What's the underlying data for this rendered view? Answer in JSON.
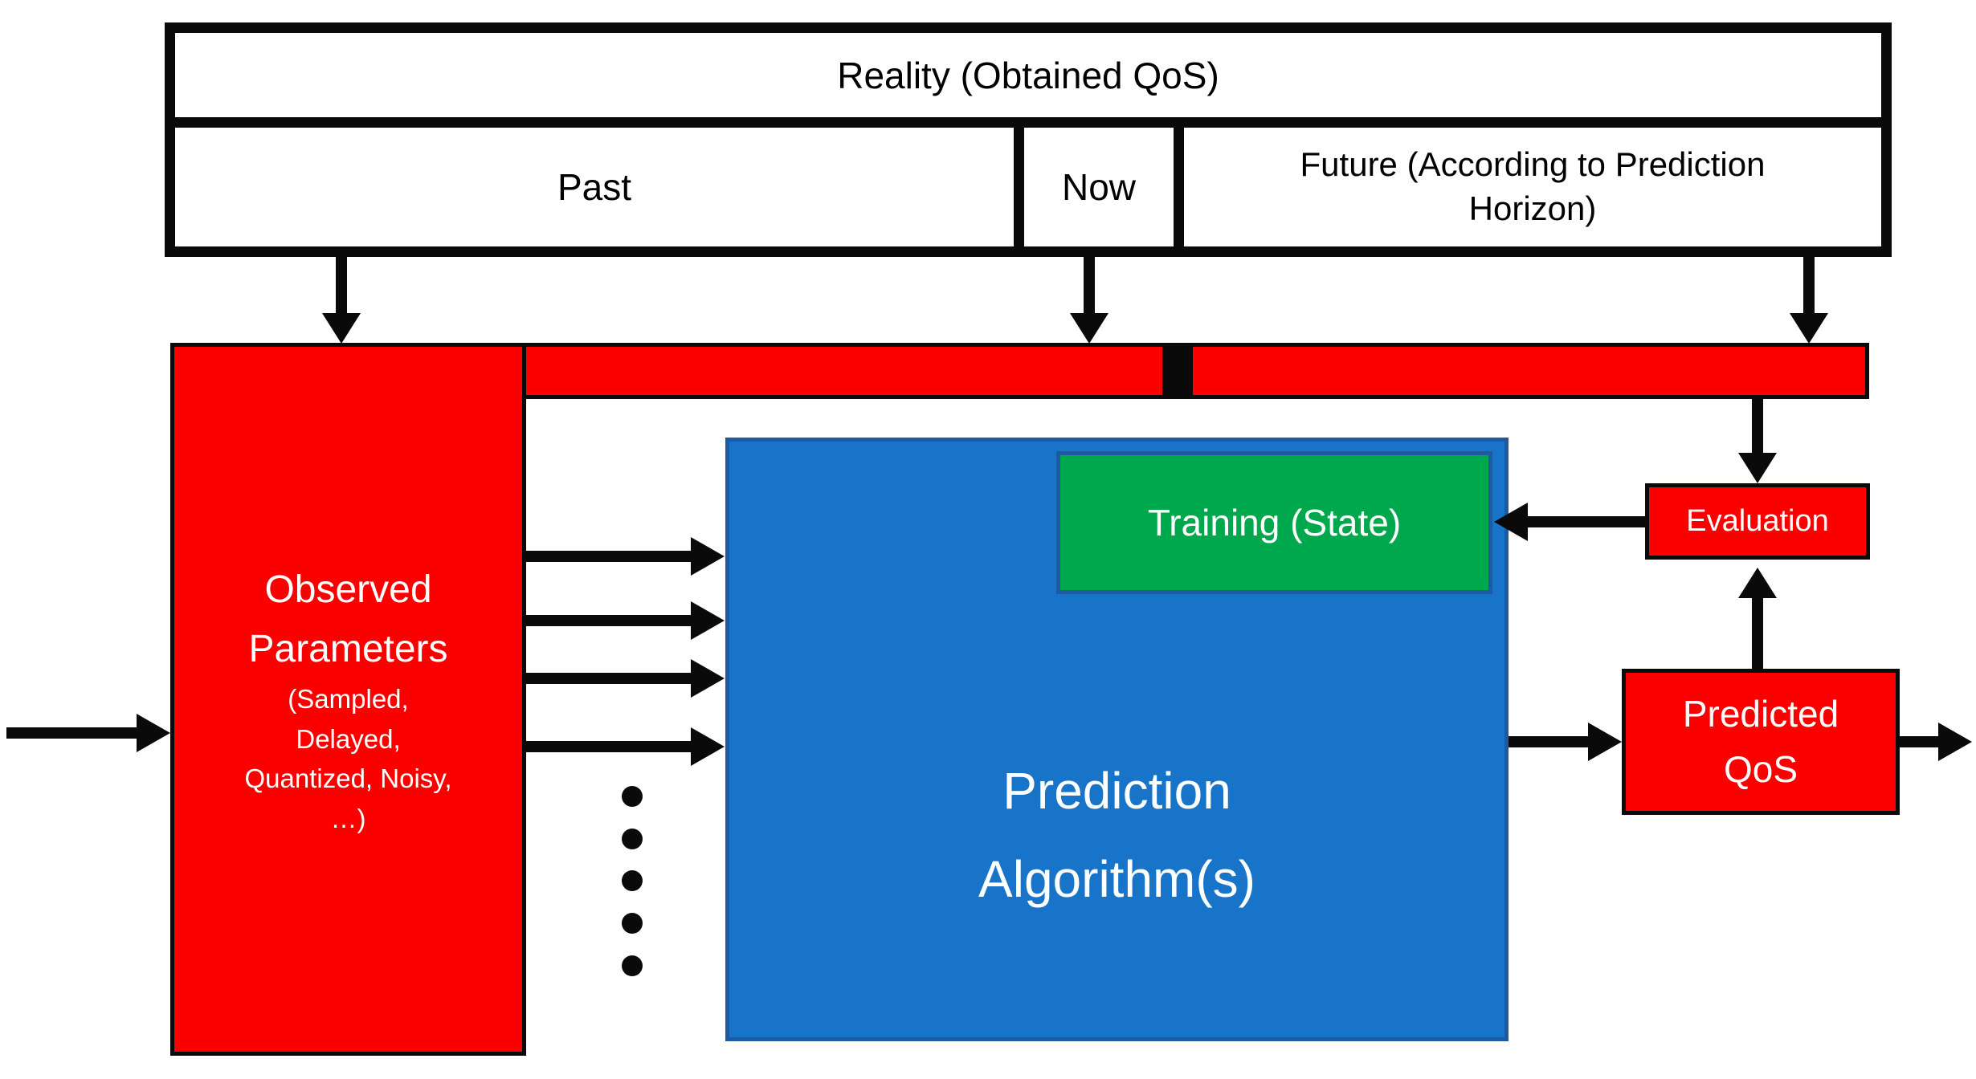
{
  "colors": {
    "red": "#fc0000",
    "blue": "#1874c9",
    "green": "#00a84d",
    "boxline": "#1c5ba1",
    "ink": "#0a0a0a"
  },
  "timeline": {
    "title": "Reality (Obtained QoS)",
    "past": "Past",
    "now": "Now",
    "future": "Future (According to Prediction Horizon)"
  },
  "observed_parameters": {
    "line1": "Observed",
    "line2": "Parameters",
    "details": [
      "(Sampled,",
      "Delayed,",
      "Quantized, Noisy,",
      "…)"
    ]
  },
  "prediction_algorithm": {
    "line1": "Prediction",
    "line2": "Algorithm(s)"
  },
  "training": {
    "label": "Training (State)"
  },
  "evaluation": {
    "label": "Evaluation"
  },
  "predicted_qos": {
    "line1": "Predicted",
    "line2": "QoS"
  }
}
